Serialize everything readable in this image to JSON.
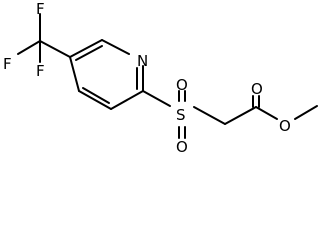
{
  "molecule": {
    "atoms": {
      "fluorine_top": "F",
      "fluorine_left": "F",
      "fluorine_bottom": "F",
      "ring_nitrogen": "N",
      "sulfur": "S",
      "sulfonyl_oxygen_upper": "O",
      "sulfonyl_oxygen_lower": "O",
      "carbonyl_oxygen": "O",
      "ester_oxygen": "O"
    }
  }
}
